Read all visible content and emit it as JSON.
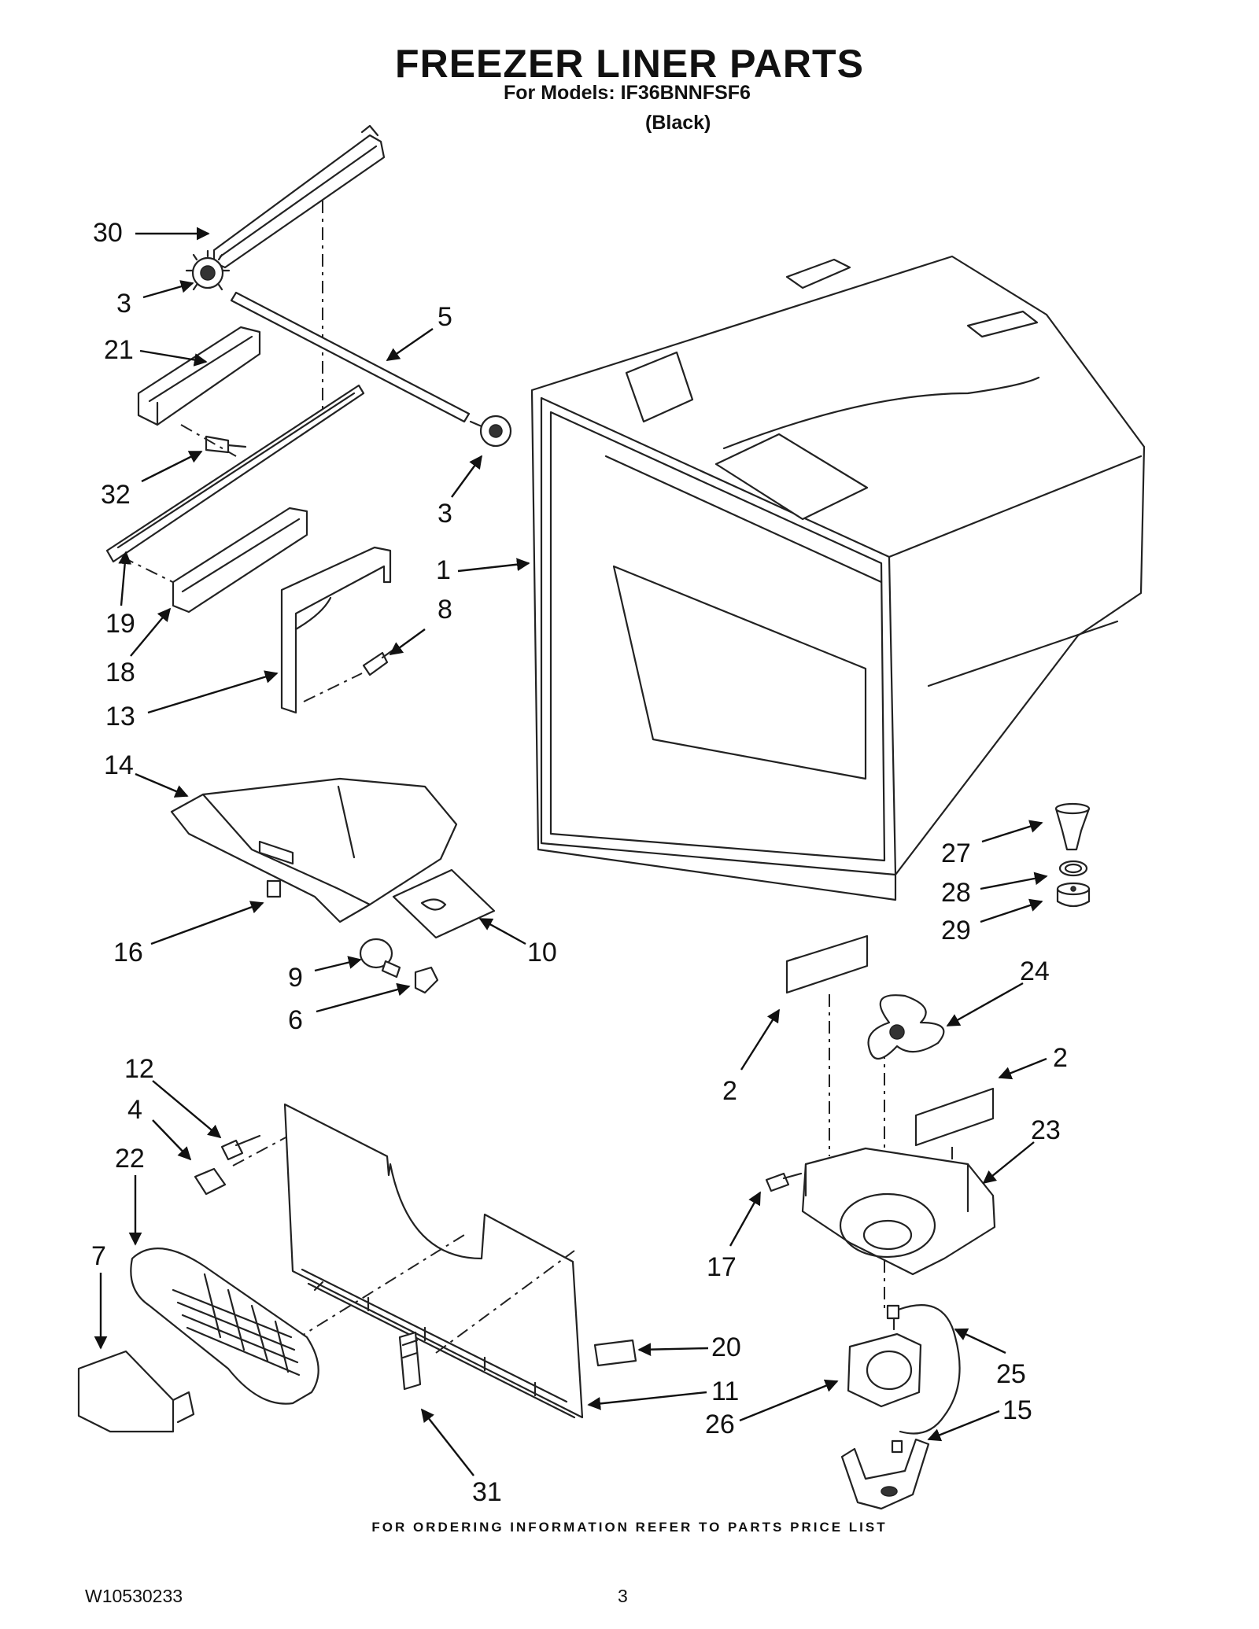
{
  "header": {
    "title": "FREEZER LINER PARTS",
    "models": "For Models: IF36BNNFSF6",
    "color": "(Black)"
  },
  "callouts": [
    {
      "id": "30",
      "label": "30"
    },
    {
      "id": "3a",
      "label": "3"
    },
    {
      "id": "5",
      "label": "5"
    },
    {
      "id": "21",
      "label": "21"
    },
    {
      "id": "32",
      "label": "32"
    },
    {
      "id": "3b",
      "label": "3"
    },
    {
      "id": "1",
      "label": "1"
    },
    {
      "id": "19",
      "label": "19"
    },
    {
      "id": "8",
      "label": "8"
    },
    {
      "id": "18",
      "label": "18"
    },
    {
      "id": "13",
      "label": "13"
    },
    {
      "id": "14",
      "label": "14"
    },
    {
      "id": "27",
      "label": "27"
    },
    {
      "id": "28",
      "label": "28"
    },
    {
      "id": "29",
      "label": "29"
    },
    {
      "id": "16",
      "label": "16"
    },
    {
      "id": "10",
      "label": "10"
    },
    {
      "id": "9",
      "label": "9"
    },
    {
      "id": "6",
      "label": "6"
    },
    {
      "id": "24",
      "label": "24"
    },
    {
      "id": "12",
      "label": "12"
    },
    {
      "id": "2a",
      "label": "2"
    },
    {
      "id": "2b",
      "label": "2"
    },
    {
      "id": "4",
      "label": "4"
    },
    {
      "id": "23",
      "label": "23"
    },
    {
      "id": "22",
      "label": "22"
    },
    {
      "id": "17",
      "label": "17"
    },
    {
      "id": "7",
      "label": "7"
    },
    {
      "id": "20",
      "label": "20"
    },
    {
      "id": "25",
      "label": "25"
    },
    {
      "id": "11",
      "label": "11"
    },
    {
      "id": "26",
      "label": "26"
    },
    {
      "id": "15",
      "label": "15"
    },
    {
      "id": "31",
      "label": "31"
    }
  ],
  "footer": {
    "ordering_note": "FOR ORDERING INFORMATION REFER TO PARTS PRICE LIST",
    "document_number": "W10530233",
    "page_number": "3"
  }
}
